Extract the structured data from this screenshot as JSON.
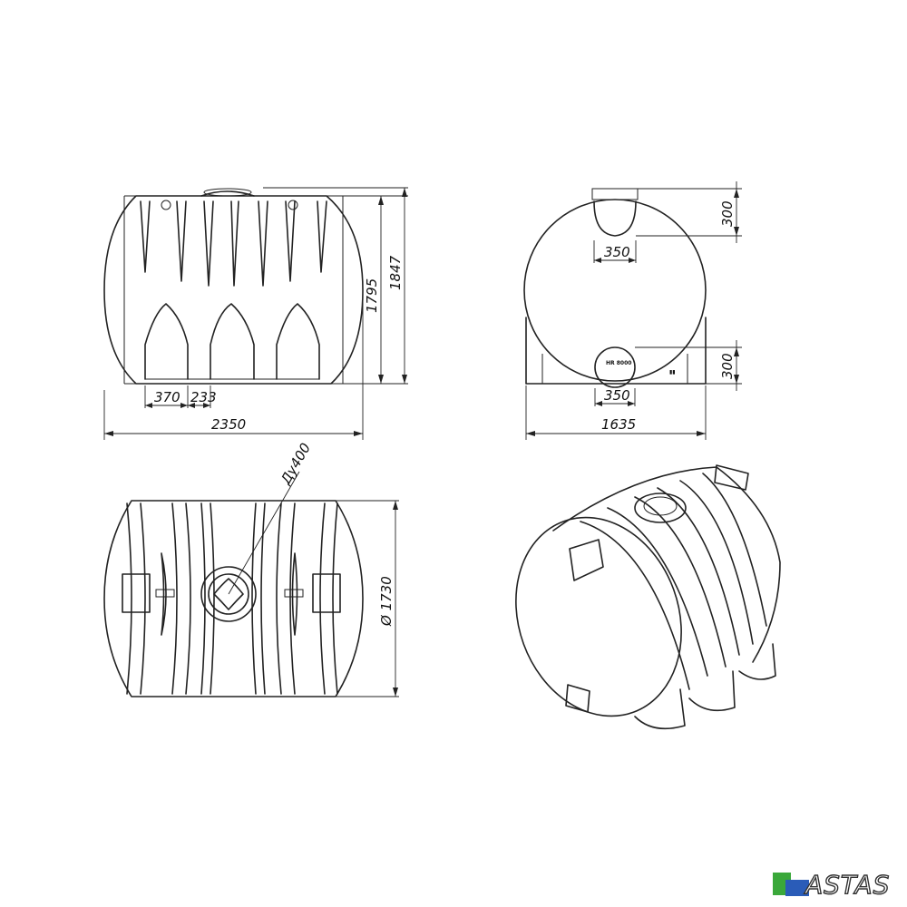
{
  "dimensions": {
    "front": {
      "width": "2350",
      "height_body": "1795",
      "height_total": "1847",
      "leg_width": "370",
      "leg_gap": "233"
    },
    "side": {
      "width": "1635",
      "top_hatch_h": "300",
      "top_hatch_w": "350",
      "bottom_hatch_h": "300",
      "bottom_hatch_w": "350",
      "body_label": "HR 8000"
    },
    "top": {
      "diameter": "Ø 1730",
      "hatch": "Ду400"
    }
  },
  "brand": {
    "name": "ASTAS",
    "colors": {
      "green": "#3aa83a",
      "blue": "#2a5cb8"
    }
  }
}
